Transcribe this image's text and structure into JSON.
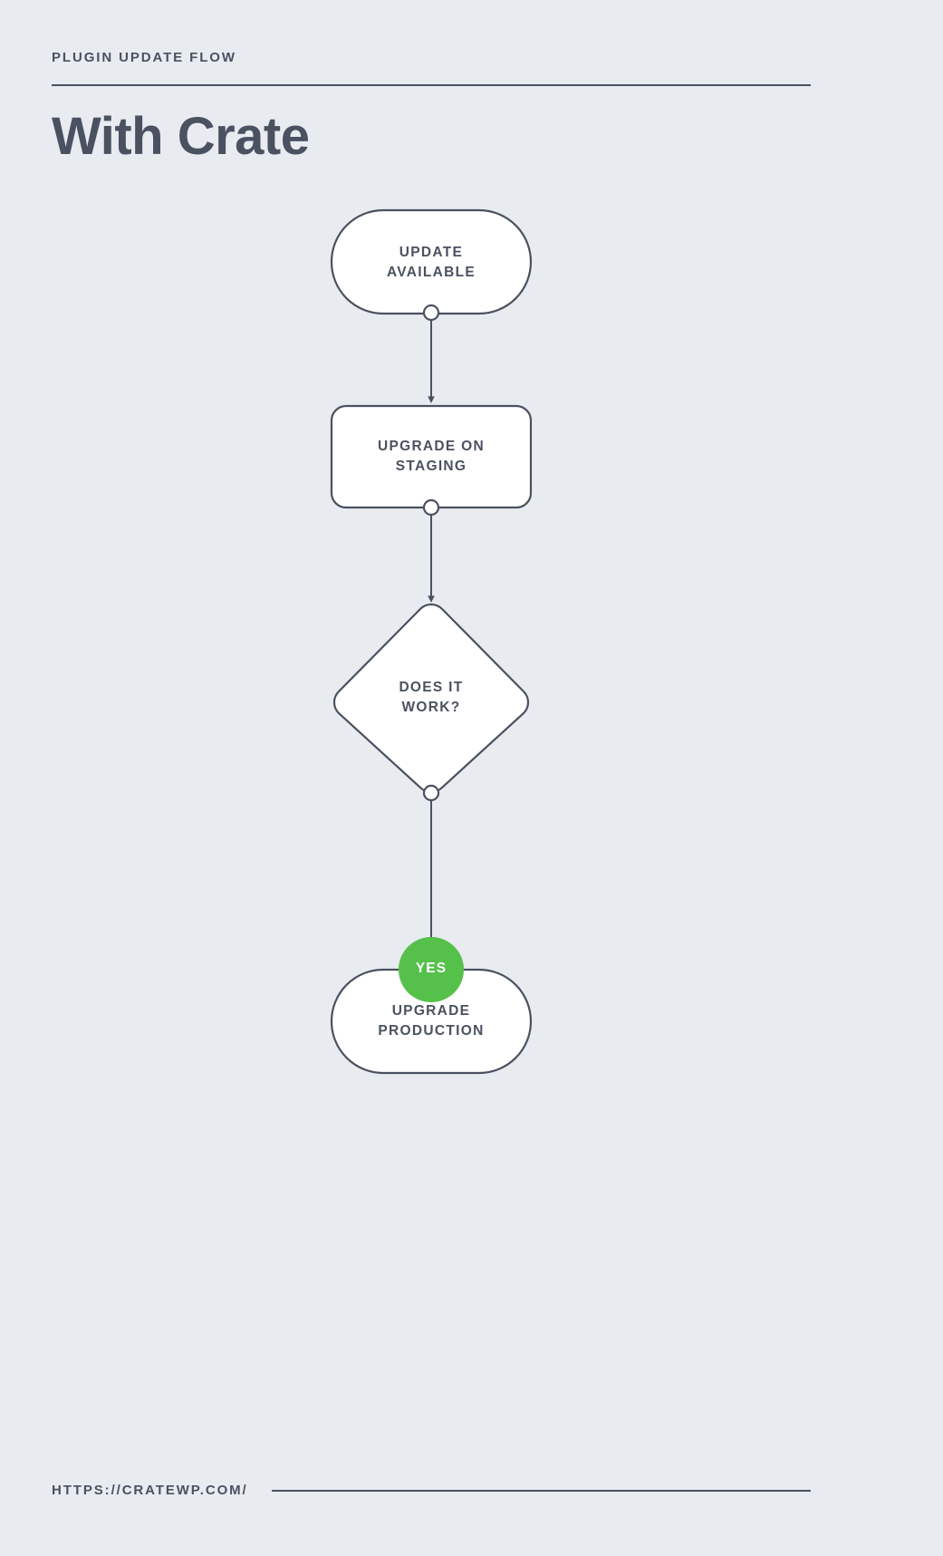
{
  "header": {
    "eyebrow": "Plugin Update Flow",
    "title": "With Crate"
  },
  "footer": {
    "url": "https://cratewp.com/"
  },
  "colors": {
    "background": "#e8ebf0",
    "ink": "#4a5160",
    "node_fill": "#ffffff",
    "accent_green": "#55c14a",
    "accent_green_text": "#ffffff"
  },
  "chart_data": {
    "type": "diagram",
    "title": "With Crate",
    "subtitle": "Plugin Update Flow",
    "orientation": "vertical",
    "nodes": [
      {
        "id": "update-available",
        "label": "Update\nAvailable",
        "shape": "stadium",
        "fill": "#ffffff",
        "text_color": "#4a5160"
      },
      {
        "id": "upgrade-on-staging",
        "label": "Upgrade On\nStaging",
        "shape": "rounded-rect",
        "fill": "#ffffff",
        "text_color": "#4a5160"
      },
      {
        "id": "does-it-work",
        "label": "Does It\nWork?",
        "shape": "diamond",
        "fill": "#ffffff",
        "text_color": "#4a5160"
      },
      {
        "id": "yes-badge",
        "label": "Yes",
        "shape": "circle",
        "fill": "#55c14a",
        "text_color": "#ffffff"
      },
      {
        "id": "upgrade-production",
        "label": "Upgrade\nProduction",
        "shape": "stadium",
        "fill": "#ffffff",
        "text_color": "#4a5160"
      }
    ],
    "edges": [
      {
        "from": "update-available",
        "to": "upgrade-on-staging",
        "label": "",
        "arrow": true
      },
      {
        "from": "upgrade-on-staging",
        "to": "does-it-work",
        "label": "",
        "arrow": true
      },
      {
        "from": "does-it-work",
        "to": "yes-badge",
        "label": "",
        "arrow": false
      },
      {
        "from": "yes-badge",
        "to": "upgrade-production",
        "label": "",
        "arrow": true
      }
    ]
  },
  "labels": {
    "node1": "UPDATE\nAVAILABLE",
    "node2": "UPGRADE ON\nSTAGING",
    "node3": "DOES IT\nWORK?",
    "node4": "YES",
    "node5": "UPGRADE\nPRODUCTION"
  }
}
